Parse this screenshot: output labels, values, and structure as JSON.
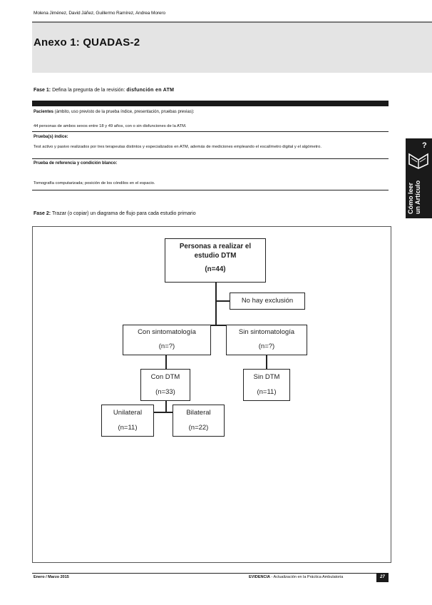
{
  "header": {
    "authors": "Molena Jiménez, David Jáñez, Guillermo Ramírez, Andrea Morero",
    "title": "Anexo 1: QUADAS-2"
  },
  "fase1": {
    "label": "Fase 1:",
    "text": "Defina la pregunta de la revisión:",
    "answer": "disfunción en ATM"
  },
  "questions": [
    {
      "label": "Pacientes",
      "hint": "(ámbito, uso previsto de la prueba índice, presentación, pruebas previas):",
      "answer": "44 personas de ambos sexos entre 18 y 49 años, con o sin disfunciones de la ATM."
    },
    {
      "label": "Prueba(s) índice:",
      "hint": "",
      "answer": "Test activo y pasivo realizados por tres terapeutas distintos y especializados en ATM, además de mediciones empleando el escalímetro digital y el algómetro."
    },
    {
      "label": "Prueba de referencia y condición blanco:",
      "hint": "",
      "answer": "Tomografía computarizada; posición de los cóndilos en el espacio."
    }
  ],
  "fase2": {
    "label": "Fase 2:",
    "text": "Trazar (o copiar) un diagrama de flujo para cada estudio primario"
  },
  "flow": {
    "root": {
      "line1": "Personas a realizar el",
      "line2": "estudio DTM",
      "count": "(n=44)"
    },
    "exclusion": "No hay exclusión",
    "con_sint": {
      "label": "Con sintomatología",
      "count": "(n=?)"
    },
    "sin_sint": {
      "label": "Sin sintomatología",
      "count": "(n=?)"
    },
    "con_dtm": {
      "label": "Con DTM",
      "count": "(n=33)"
    },
    "sin_dtm": {
      "label": "Sin DTM",
      "count": "(n=11)"
    },
    "unilateral": {
      "label": "Unilateral",
      "count": "(n=11)"
    },
    "bilateral": {
      "label": "Bilateral",
      "count": "(n=22)"
    }
  },
  "side_tab": {
    "line1": "Cómo leer",
    "line2": "un Artículo"
  },
  "footer": {
    "left": "Enero / Marzo 2015",
    "journal": "EVIDENCIA",
    "subtitle": " - Actualización en la Práctica Ambulatoria",
    "page": "27"
  }
}
